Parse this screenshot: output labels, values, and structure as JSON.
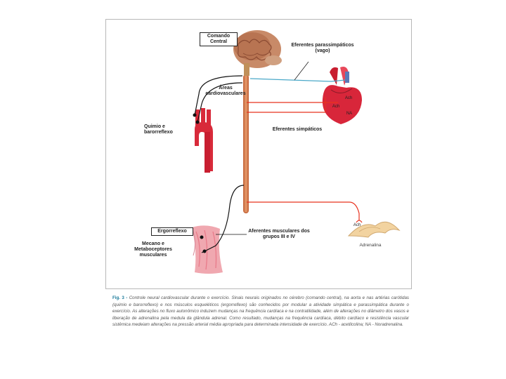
{
  "diagram": {
    "labels": {
      "central_command": "Comando\nCentral",
      "parasympathetic_efferents": "Eferentes parassimpáticos\n(vago)",
      "cardiovascular_areas": "Áreas\ncardiovasculares",
      "chemo_baroreflex": "Quimio e\nbarorreflexo",
      "sympathetic_efferents": "Eferentes simpáticos",
      "ergoreflex": "Ergorreflexo",
      "muscle_receptors": "Mecano e\nMetaboceptores\nmusculares",
      "muscle_afferents": "Aferentes musculares dos\ngrupos III e IV",
      "ach_heart_1": "Ach",
      "ach_heart_2": "Ach",
      "na_heart": "NA",
      "ach_adrenal": "Ach",
      "adrenaline": "Adrenalina"
    },
    "colors": {
      "sympathetic": "#e8331f",
      "parasympathetic": "#4aa8c8",
      "afferent": "#111111",
      "spinal_cord": "#c0521e",
      "heart": "#d8263a",
      "brain": "#b07050",
      "adrenal": "#f2d3a0"
    }
  },
  "caption": {
    "title": "Fig. 3 -",
    "body": "Controle neural cardiovascular durante o exercício. Sinais neurais originados no cérebro (comando central), na aorta e nas artérias carótidas (quimio e barorreflexo) e nos músculos esqueléticos (ergorreflexo) são conhecidos por modular a atividade simpática e parassimpática durante o exercício. As alterações no fluxo autonômico induzem mudanças na frequência cardíaca e na contratilidade, além de alterações no diâmetro dos vasos e liberação de adrenalina pela medula da glândula adrenal. Como resultado, mudanças na frequência cardíaca, débito cardíaco e resistência vascular sistêmica medeiam alterações na pressão arterial média apropriada para determinada intensidade de exercício. ACh - acetilcolina; NA - Noradrenalina."
  }
}
